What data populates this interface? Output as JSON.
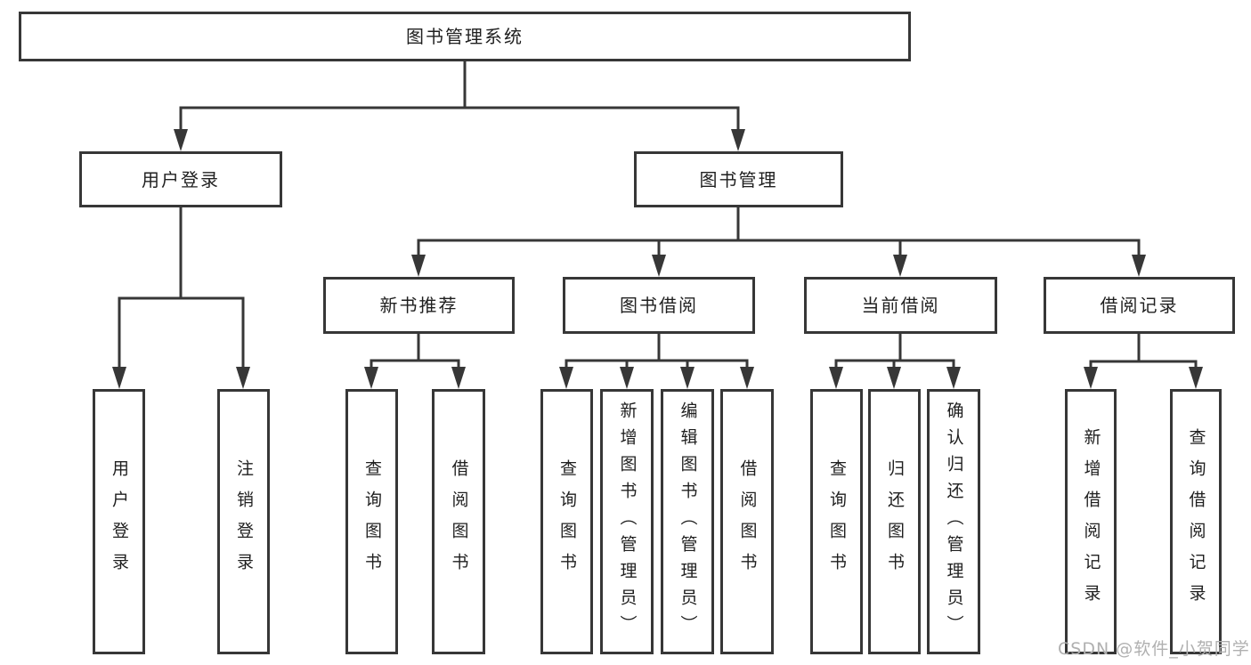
{
  "colors": {
    "line": "#373737",
    "text": "#1f1f1f",
    "background": "#ffffff",
    "watermark": "#b0b0b0"
  },
  "tree": {
    "root": {
      "label": "图书管理系统",
      "children": [
        {
          "label": "用户登录",
          "children": [
            {
              "label": "用户登录"
            },
            {
              "label": "注销登录"
            }
          ]
        },
        {
          "label": "图书管理",
          "children": [
            {
              "label": "新书推荐",
              "children": [
                {
                  "label": "查询图书"
                },
                {
                  "label": "借阅图书"
                }
              ]
            },
            {
              "label": "图书借阅",
              "children": [
                {
                  "label": "查询图书"
                },
                {
                  "label": "新增图书（管理员）"
                },
                {
                  "label": "编辑图书（管理员）"
                },
                {
                  "label": "借阅图书"
                }
              ]
            },
            {
              "label": "当前借阅",
              "children": [
                {
                  "label": "查询图书"
                },
                {
                  "label": "归还图书"
                },
                {
                  "label": "确认归还（管理员）"
                }
              ]
            },
            {
              "label": "借阅记录",
              "children": [
                {
                  "label": "新增借阅记录"
                },
                {
                  "label": "查询借阅记录"
                }
              ]
            }
          ]
        }
      ]
    }
  },
  "watermark": {
    "text": "CSDN @软件_小贺同学"
  }
}
